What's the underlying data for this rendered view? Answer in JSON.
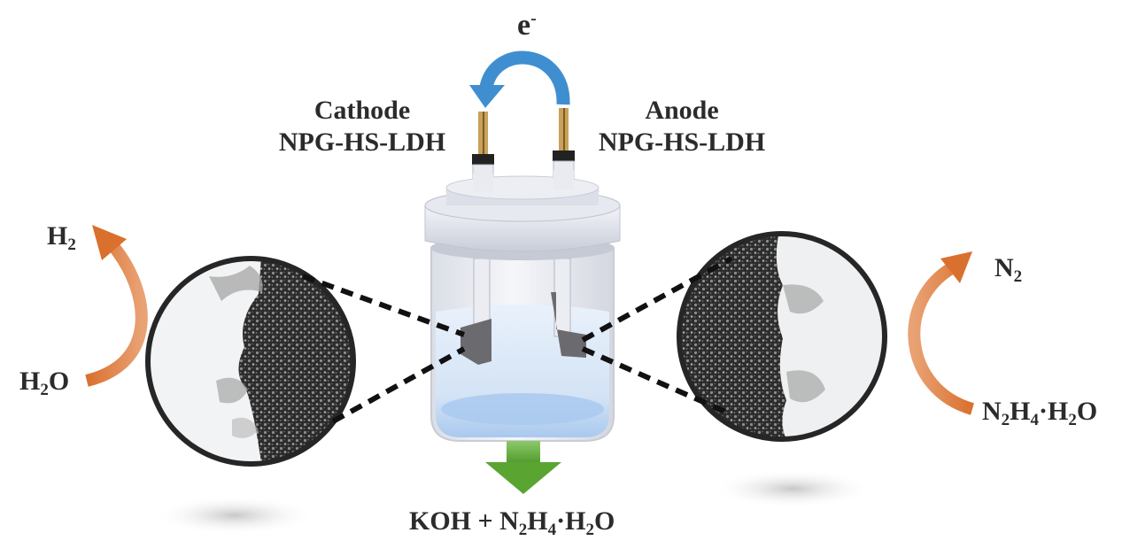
{
  "electron": {
    "base": "e",
    "sup": "-"
  },
  "cathode": {
    "title": "Cathode",
    "material": "NPG-HS-LDH"
  },
  "anode": {
    "title": "Anode",
    "material": "NPG-HS-LDH"
  },
  "left_reaction": {
    "product": {
      "base": "H",
      "sub": "2"
    },
    "reactant": {
      "a": "H",
      "a_sub": "2",
      "b": "O"
    }
  },
  "right_reaction": {
    "product": {
      "base": "N",
      "sub": "2"
    },
    "reactant": {
      "p1": "N",
      "s1": "2",
      "p2": "H",
      "s2": "4",
      "p3": "·H",
      "s3": "2",
      "p4": "O"
    }
  },
  "electrolyte": {
    "p1": "KOH + N",
    "s1": "2",
    "p2": "H",
    "s2": "4",
    "p3": "·H",
    "s3": "2",
    "p4": "O"
  },
  "colors": {
    "electron_arrow": "#3f8fd0",
    "reaction_arrow": "#d97a3c",
    "flow_arrow": "#6cae3a",
    "electrolyte": "#a9c9ee"
  }
}
